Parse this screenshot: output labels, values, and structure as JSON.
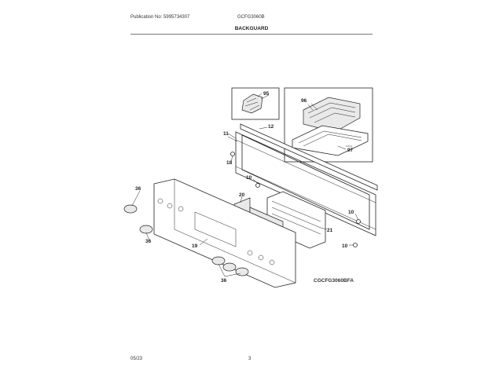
{
  "header": {
    "publication": "Publication No: 5995734307",
    "model": "GCFG3060B",
    "title": "BACKGUARD"
  },
  "diagram": {
    "figure_code": "CGCFG3060BFA",
    "labels": [
      "95",
      "96",
      "97",
      "11",
      "12",
      "18",
      "10",
      "36",
      "36",
      "20",
      "10",
      "21",
      "19",
      "10",
      "36"
    ]
  },
  "footer": {
    "date": "05/23",
    "page": "3"
  }
}
